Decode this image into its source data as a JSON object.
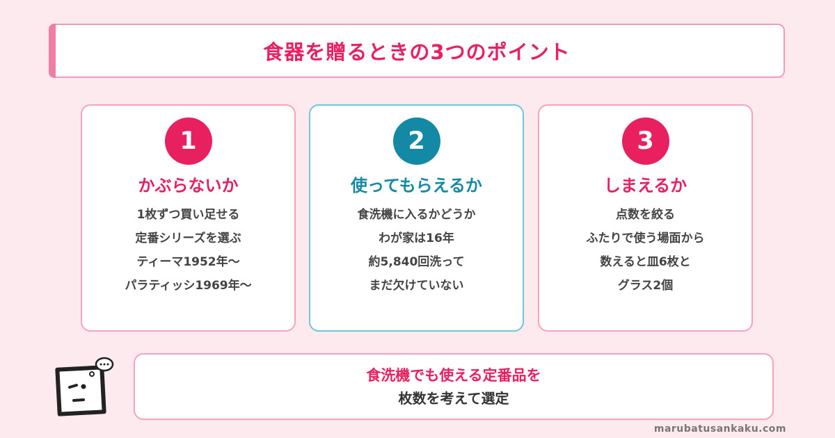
{
  "header": {
    "title": "食器を贈るときの3つのポイント"
  },
  "cards": [
    {
      "number": "1",
      "title": "かぶらないか",
      "lines": [
        "1枚ずつ買い足せる",
        "定番シリーズを選ぶ",
        "ティーマ1952年〜",
        "パラティッシ1969年〜"
      ]
    },
    {
      "number": "2",
      "title": "使ってもらえるか",
      "lines": [
        "食洗機に入るかどうか",
        "わが家は16年",
        "約5,840回洗って",
        "まだ欠けていない"
      ]
    },
    {
      "number": "3",
      "title": "しまえるか",
      "lines": [
        "点数を絞る",
        "ふたりで使う場面から",
        "数えると皿6枚と",
        "グラス2個"
      ]
    }
  ],
  "summary": {
    "main": "食洗機でも使える定番品を",
    "sub": "枚数を考えて選定"
  },
  "footer": {
    "site": "marubatusankaku.com"
  },
  "colors": {
    "pink": "#e8205f",
    "blue": "#1389a6",
    "background": "#fdeaef"
  }
}
